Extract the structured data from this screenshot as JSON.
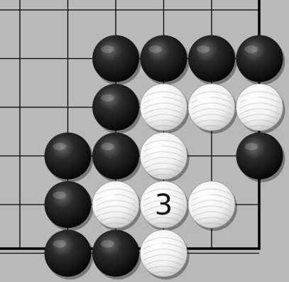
{
  "board": {
    "background_color": "#b9b9b9",
    "line_color": "#000000",
    "stones": [
      {
        "color": "black",
        "col": 2,
        "row": 1
      },
      {
        "color": "black",
        "col": 3,
        "row": 1
      },
      {
        "color": "black",
        "col": 4,
        "row": 1
      },
      {
        "color": "black",
        "col": 5,
        "row": 1
      },
      {
        "color": "black",
        "col": 2,
        "row": 2
      },
      {
        "color": "white",
        "col": 3,
        "row": 2
      },
      {
        "color": "white",
        "col": 4,
        "row": 2
      },
      {
        "color": "white",
        "col": 5,
        "row": 2
      },
      {
        "color": "black",
        "col": 1,
        "row": 3
      },
      {
        "color": "black",
        "col": 2,
        "row": 3
      },
      {
        "color": "white",
        "col": 3,
        "row": 3
      },
      {
        "color": "black",
        "col": 5,
        "row": 3
      },
      {
        "color": "black",
        "col": 1,
        "row": 4
      },
      {
        "color": "white",
        "col": 2,
        "row": 4
      },
      {
        "color": "white",
        "col": 3,
        "row": 4,
        "label": "3"
      },
      {
        "color": "white",
        "col": 4,
        "row": 4
      },
      {
        "color": "black",
        "col": 1,
        "row": 5
      },
      {
        "color": "black",
        "col": 2,
        "row": 5
      },
      {
        "color": "white",
        "col": 3,
        "row": 5
      }
    ]
  }
}
